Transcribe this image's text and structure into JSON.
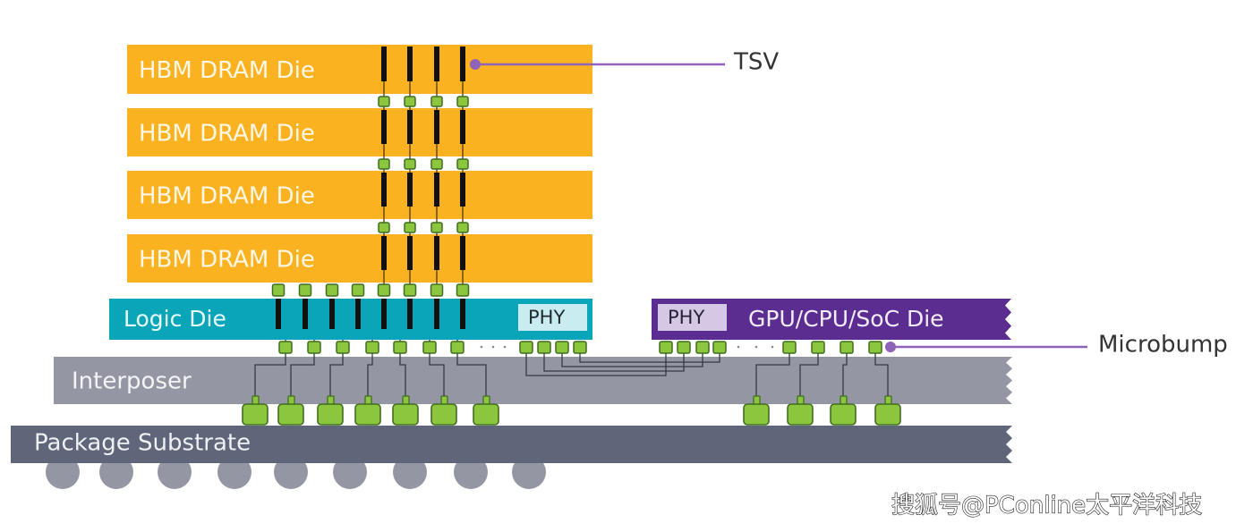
{
  "title": "HBM 2.5D package cross-section",
  "layers": {
    "dram_dies": [
      {
        "label": "HBM DRAM Die"
      },
      {
        "label": "HBM DRAM Die"
      },
      {
        "label": "HBM DRAM Die"
      },
      {
        "label": "HBM DRAM Die"
      }
    ],
    "logic_die": {
      "label": "Logic Die",
      "phy_label": "PHY"
    },
    "soc_die": {
      "label": "GPU/CPU/SoC Die",
      "phy_label": "PHY"
    },
    "interposer": {
      "label": "Interposer"
    },
    "substrate": {
      "label": "Package Substrate"
    }
  },
  "callouts": {
    "tsv": "TSV",
    "microbump": "Microbump"
  },
  "watermark": "搜狐号@PConline太平洋科技",
  "colors": {
    "dram": "#fbb220",
    "logic": "#0aa5b8",
    "soc": "#5c2d91",
    "phy_logic": "#c9ecf0",
    "phy_soc": "#d4c8e4",
    "interposer": "#9596a4",
    "substrate": "#5f6679",
    "ball": "#9596a4",
    "bump_fill": "#8cc63f",
    "bump_stroke": "#3f6e1f",
    "tsv": "#111111",
    "callout": "#8e63b8",
    "wire": "#333a44"
  }
}
